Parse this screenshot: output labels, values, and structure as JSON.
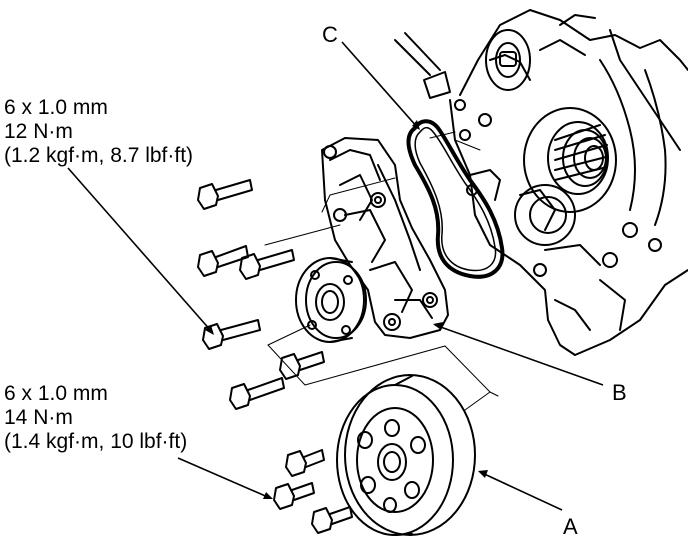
{
  "spec_upper": {
    "size": "6 x 1.0 mm",
    "torque": "12 N·m",
    "torque_alt": "(1.2 kgf·m, 8.7 lbf·ft)"
  },
  "spec_lower": {
    "size": "6 x 1.0 mm",
    "torque": "14 N·m",
    "torque_alt": "(1.4 kgf·m, 10 lbf·ft)"
  },
  "callouts": {
    "a": "A",
    "b": "B",
    "c": "C"
  },
  "colors": {
    "ink": "#000000",
    "paper": "#ffffff"
  }
}
